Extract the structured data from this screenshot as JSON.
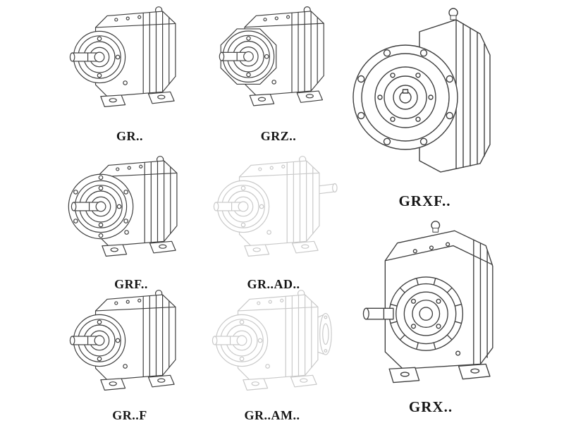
{
  "units": [
    {
      "id": "gr",
      "label": "GR..",
      "line_style": "solid"
    },
    {
      "id": "grz",
      "label": "GRZ..",
      "line_style": "solid"
    },
    {
      "id": "grxf",
      "label": "GRXF..",
      "line_style": "solid"
    },
    {
      "id": "grf",
      "label": "GRF..",
      "line_style": "solid"
    },
    {
      "id": "gr-ad",
      "label": "GR..AD..",
      "line_style": "faded"
    },
    {
      "id": "gr-f",
      "label": "GR..F",
      "line_style": "solid"
    },
    {
      "id": "gr-am",
      "label": "GR..AM..",
      "line_style": "faded"
    },
    {
      "id": "grx",
      "label": "GRX..",
      "line_style": "solid"
    }
  ],
  "colors": {
    "line": "#3f3f3f",
    "faded_line": "#c9c9c9",
    "label": "#161616",
    "background": "#ffffff"
  }
}
